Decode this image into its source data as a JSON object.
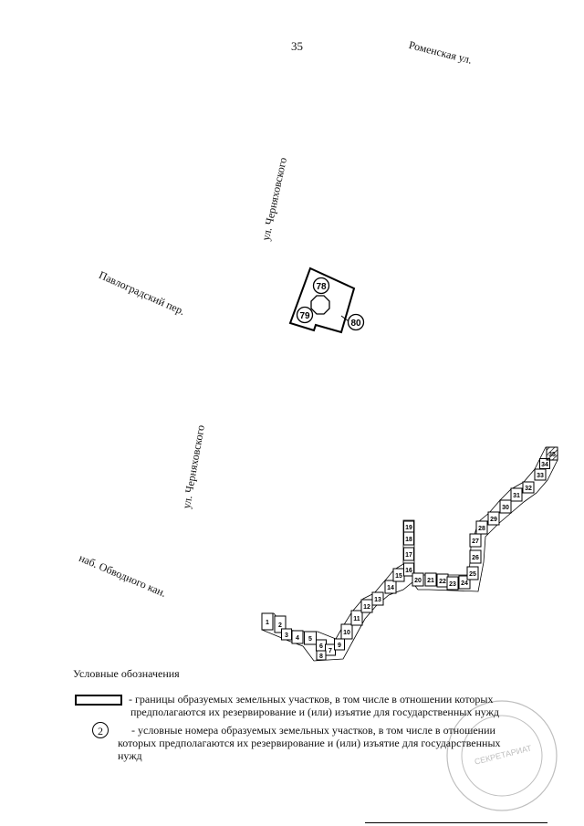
{
  "page": {
    "number": "35"
  },
  "streets": {
    "romenskaya": "Роменская ул.",
    "chernyakhovskogo_top": "ул. Черняховского",
    "pavlogradsky": "Павлоградский пер.",
    "chernyakhovskogo_bottom": "ул. Черняховского",
    "obvodny": "наб. Обводного кан."
  },
  "parcels": {
    "top_group": [
      "78",
      "79",
      "80"
    ],
    "chain": [
      "1",
      "2",
      "3",
      "4",
      "5",
      "6",
      "7",
      "8",
      "9",
      "10",
      "11",
      "12",
      "13",
      "14",
      "15",
      "16",
      "17",
      "18",
      "19",
      "20",
      "21",
      "22",
      "23",
      "24",
      "25",
      "26",
      "27",
      "28",
      "29",
      "30",
      "31",
      "32",
      "33",
      "34",
      "35"
    ]
  },
  "legend": {
    "title": "Условные обозначения",
    "boundary_line1": "- границы образуемых земельных участков, в том числе в отношении которых",
    "boundary_line2": "предполагаются их резервирование и (или) изъятие для государственных нужд",
    "number_symbol": "2",
    "number_line1": "- условные номера образуемых земельных участков, в том числе в отношении",
    "number_line2": "которых предполагаются их резервирование и (или) изъятие для государственных",
    "number_line3": "нужд"
  },
  "stamp": {
    "text": "СЕКРЕТАРИАТ"
  },
  "colors": {
    "ink": "#111111",
    "stamp": "#8a8a8a"
  }
}
